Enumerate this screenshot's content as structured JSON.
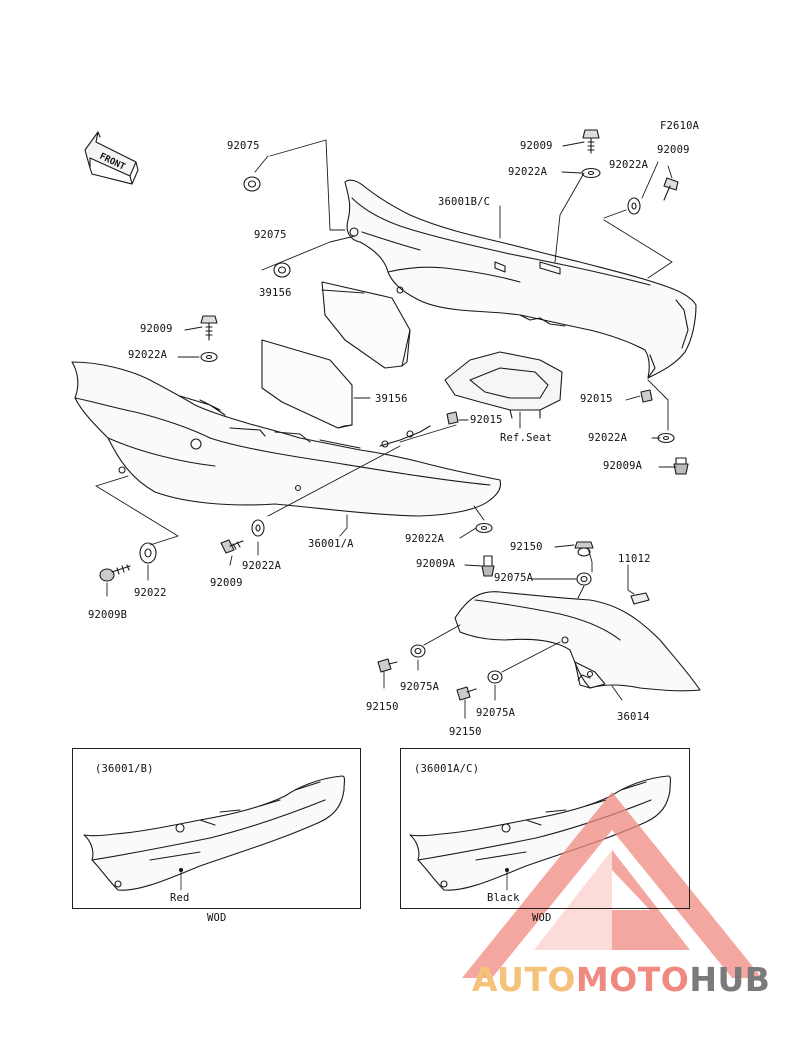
{
  "figure_code": "F2610A",
  "direction_arrow": "FRONT",
  "callouts": {
    "c92075_top": "92075",
    "c92075_mid": "92075",
    "c39156_top": "39156",
    "c39156_mid": "39156",
    "c92009_left": "92009",
    "c92022A_left": "92022A",
    "c92009_top": "92009",
    "c92022A_top": "92022A",
    "c36001BC": "36001B/C",
    "c92022A_right": "92022A",
    "c92009_right": "92009",
    "c92015_mid": "92015",
    "c_refseat": "Ref.Seat",
    "c92015_right": "92015",
    "c92022A_r2": "92022A",
    "c92009A_right": "92009A",
    "c36001A": "36001/A",
    "c92022A_low": "92022A",
    "c92022A_center": "92022A",
    "c92009_low": "92009",
    "c92022": "92022",
    "c92009B": "92009B",
    "c92150_top": "92150",
    "c11012": "11012",
    "c92009A_low": "92009A",
    "c92075A_top": "92075A",
    "c92075A_left": "92075A",
    "c92150_left": "92150",
    "c92075A_bottom": "92075A",
    "c92150_bottom": "92150",
    "c36014": "36014"
  },
  "inset_left": {
    "title": "(36001/B)",
    "color_label": "Red",
    "code": "WOD"
  },
  "inset_right": {
    "title": "(36001A/C)",
    "color_label": "Black",
    "code": "WOD"
  },
  "watermark": {
    "parts": [
      "AUTO",
      "MOTO",
      "HUB"
    ],
    "colors": [
      "#f5c27a",
      "#f08a80",
      "#7a7a7a"
    ]
  }
}
